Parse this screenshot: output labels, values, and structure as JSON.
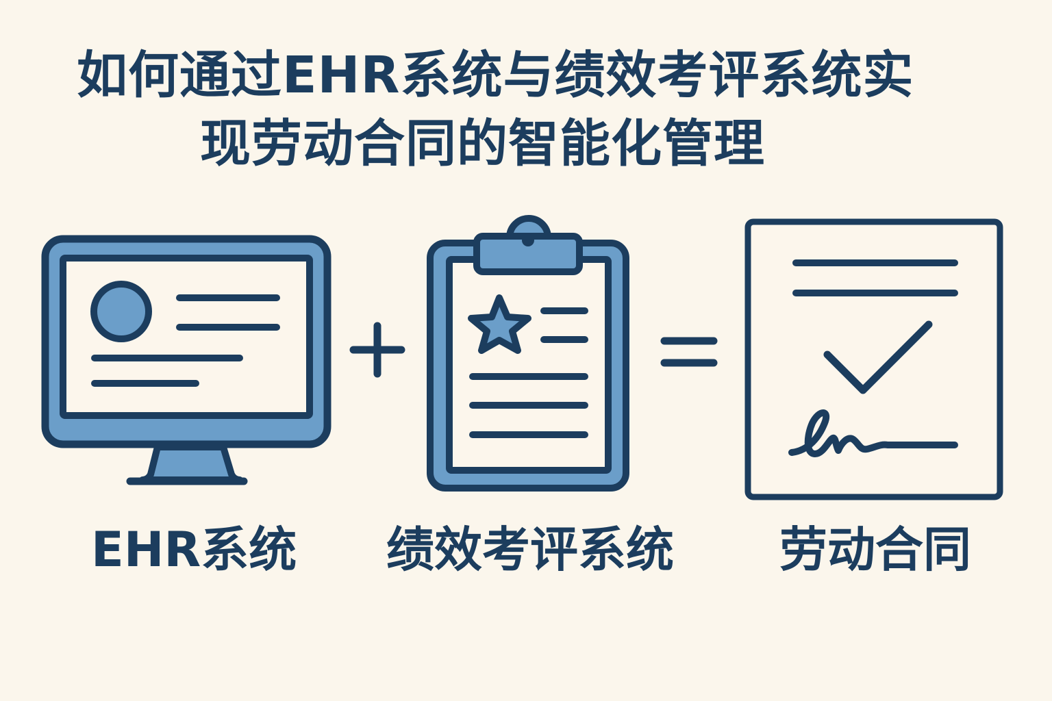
{
  "title": {
    "line1": "如何通过EHR系统与绩效考评系统实",
    "line2": "现劳动合同的智能化管理"
  },
  "components": [
    {
      "id": "ehr",
      "label": "EHR系统",
      "icon": "monitor-profile-icon"
    },
    {
      "id": "performance",
      "label": "绩效考评系统",
      "icon": "clipboard-star-icon"
    },
    {
      "id": "contract",
      "label": "劳动合同",
      "icon": "signed-document-check-icon"
    }
  ],
  "operators": {
    "plus": "+",
    "equals": "="
  },
  "colors": {
    "background": "#fbf6ec",
    "primary_dark": "#1c3d5e",
    "accent_blue": "#6b9ec9",
    "paper": "#fcf6ec"
  }
}
